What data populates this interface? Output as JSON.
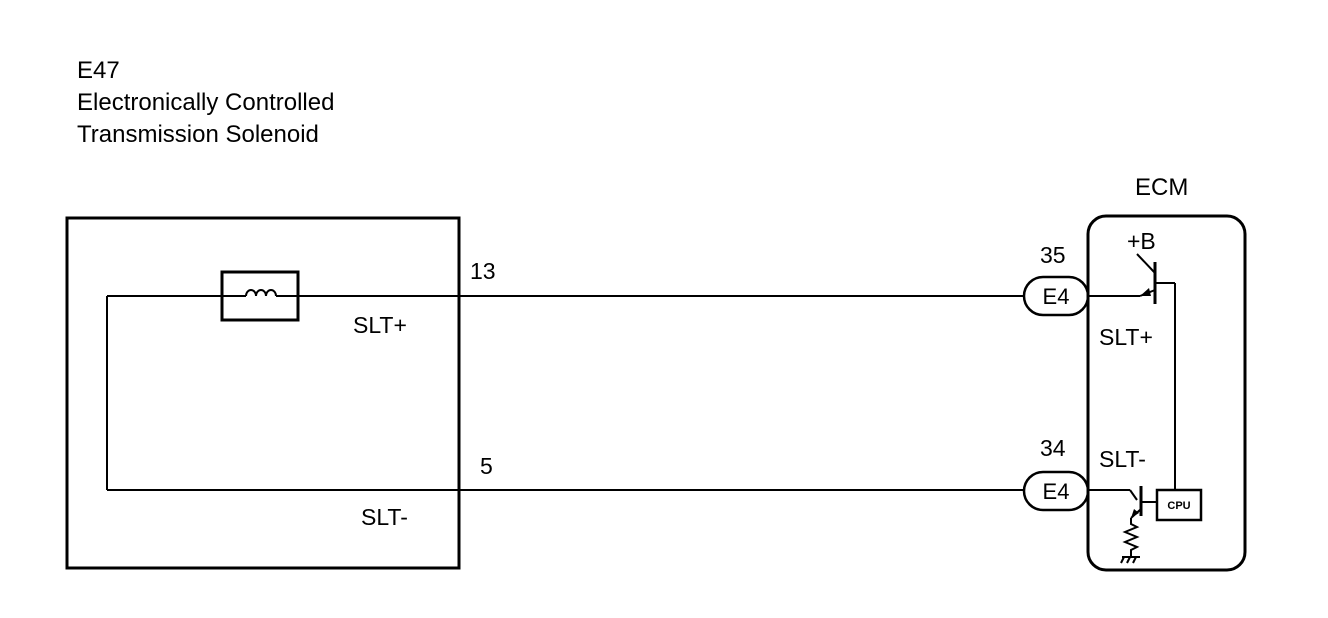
{
  "component": {
    "id": "E47",
    "name_line1": "Electronically Controlled",
    "name_line2": "Transmission Solenoid",
    "pin_top": "13",
    "pin_bottom": "5",
    "label_top": "SLT+",
    "label_bottom": "SLT-"
  },
  "ecm": {
    "title": "ECM",
    "supply": "+B",
    "label_top": "SLT+",
    "label_bottom": "SLT-",
    "cpu": "CPU"
  },
  "connectors": [
    {
      "pin": "35",
      "name": "E4"
    },
    {
      "pin": "34",
      "name": "E4"
    }
  ]
}
